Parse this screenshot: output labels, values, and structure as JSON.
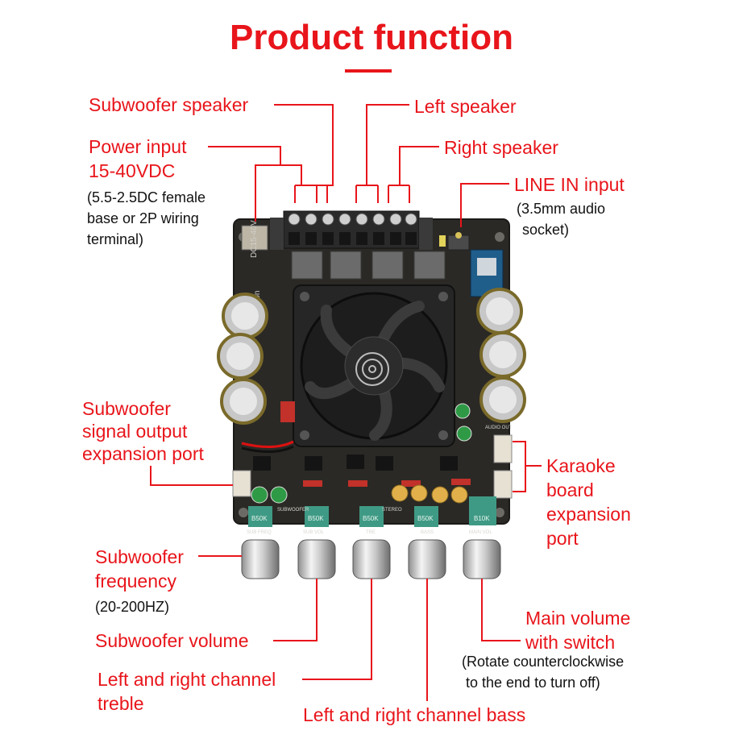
{
  "title": "Product function",
  "colors": {
    "accent": "#e8151b",
    "pcb": "#2b2925",
    "fan": "#1d1d1d",
    "text_black": "#111111"
  },
  "labels": {
    "subwoofer_speaker": "Subwoofer speaker",
    "left_speaker": "Left speaker",
    "right_speaker": "Right speaker",
    "power_input": "Power input",
    "power_voltage": "15-40VDC",
    "power_note": [
      "(5.5-2.5DC female",
      "base or 2P wiring",
      "terminal)"
    ],
    "line_in": "LINE IN input",
    "line_in_note": [
      "(3.5mm audio",
      "socket)"
    ],
    "sub_signal_output": [
      "Subwoofer",
      "signal output",
      "expansion port"
    ],
    "karaoke": [
      "Karaoke",
      "board",
      "expansion",
      "port"
    ],
    "sub_frequency": [
      "Subwoofer",
      "frequency"
    ],
    "sub_frequency_note": "(20-200HZ)",
    "sub_volume": "Subwoofer volume",
    "treble": [
      "Left and right channel",
      "treble"
    ],
    "bass": "Left and right channel bass",
    "main_volume": [
      "Main volume",
      "with switch"
    ],
    "main_volume_note": [
      "(Rotate counterclockwise",
      " to the end to turn off)"
    ]
  },
  "board_text": {
    "power_marking": "DC15-40V",
    "attention": "Attention",
    "knob_markings": [
      "B50K",
      "B50K",
      "B50K",
      "B50K",
      "B10K"
    ],
    "knob_captions": [
      "SUB FREQ",
      "SUB VOL",
      "TRE",
      "BASS",
      "MAIN VOL"
    ],
    "port_captions": [
      "SUBWOOFER",
      "STEREO",
      "AUDIO OUT"
    ]
  }
}
